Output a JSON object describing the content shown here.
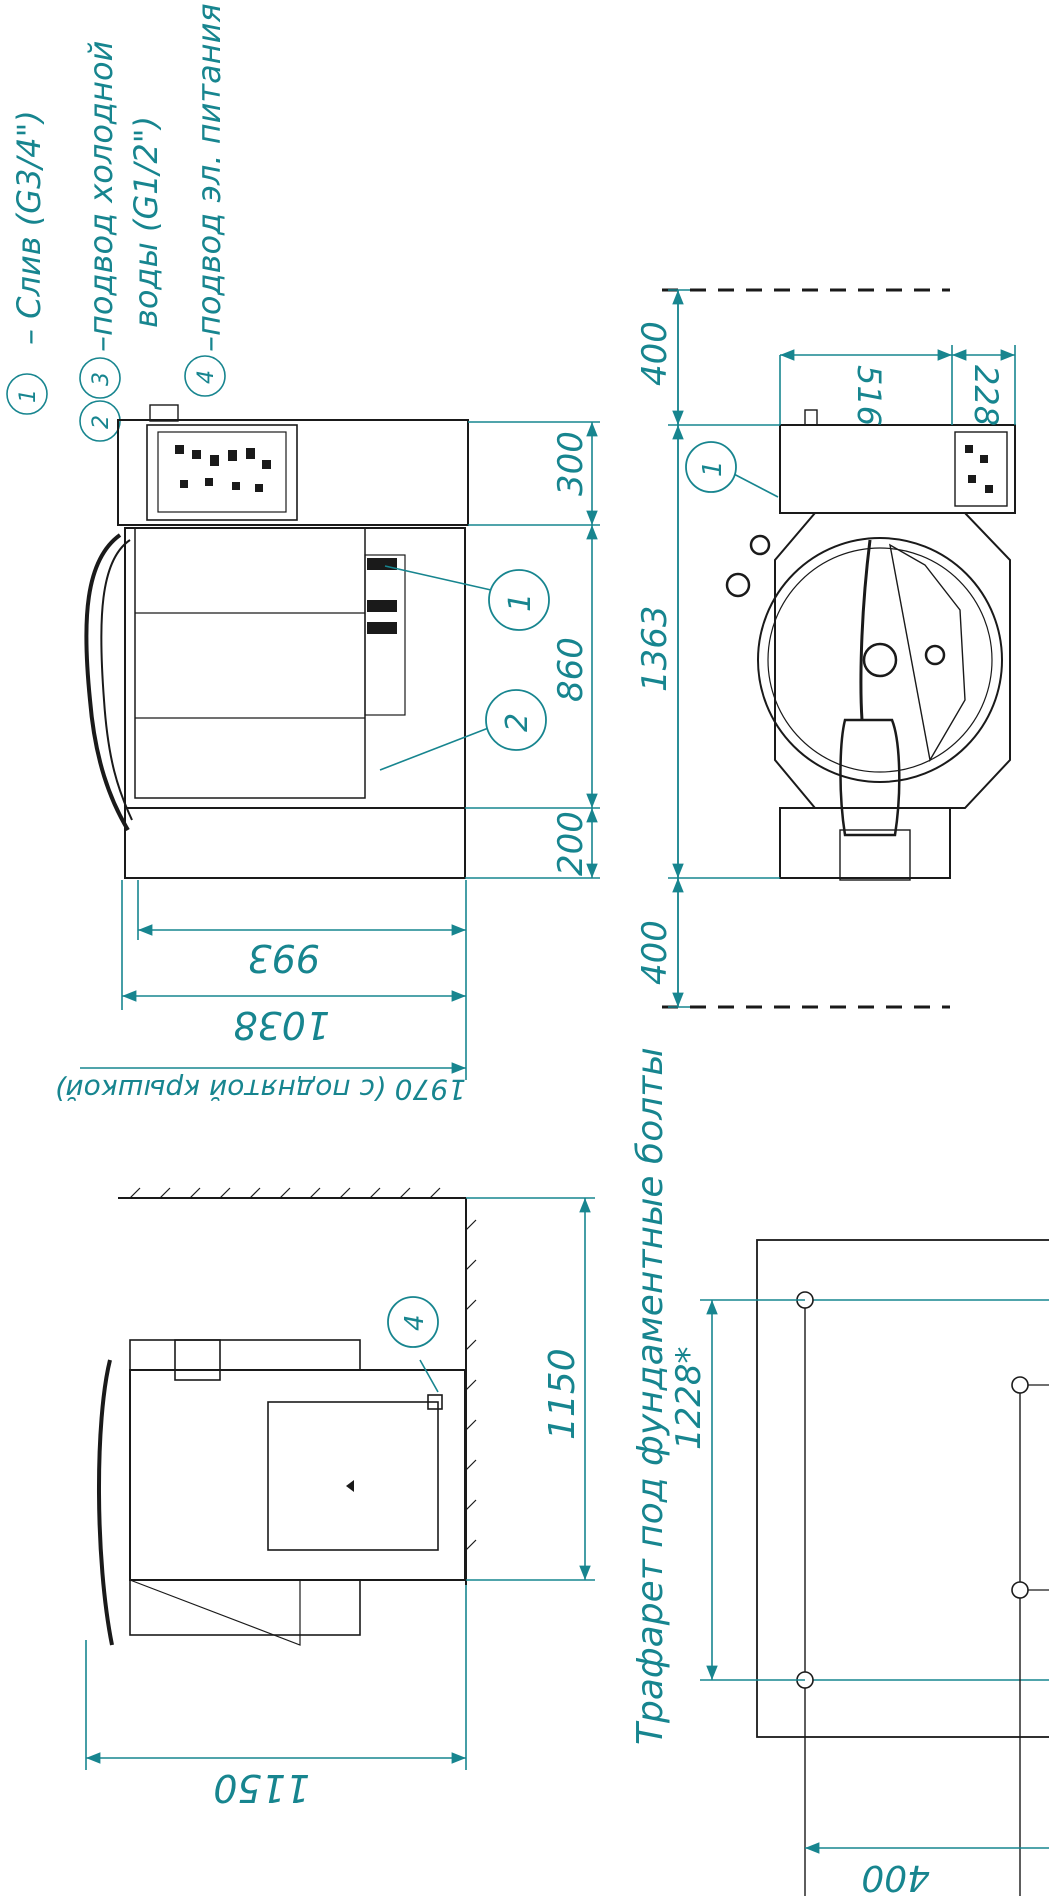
{
  "legend": {
    "item1_num": "1",
    "item1_text": "– Слив (G3/4\")",
    "item2_num": "2",
    "item3_num": "3",
    "item23_text_a": "–подвод холодной",
    "item23_text_b": "воды (G1/2\")",
    "item4_num": "4",
    "item4_text": "–подвод эл. питания"
  },
  "side_view": {
    "dim_300": "300",
    "dim_860": "860",
    "dim_200": "200",
    "dim_993": "993",
    "dim_1038": "1038",
    "dim_1970": "1970 (с поднятой крышкой)",
    "callout_1": "1",
    "callout_2": "2"
  },
  "front_view": {
    "dim_400_top": "400",
    "dim_1363": "1363",
    "dim_400_bottom": "400",
    "dim_516": "516",
    "dim_228": "228",
    "callout_1": "1"
  },
  "bottom_view": {
    "dim_1150_wall": "1150",
    "dim_1150_width": "1150",
    "callout_4": "4"
  },
  "template": {
    "title": "Трафарет под фундаментные болты",
    "dim_1228": "1228*",
    "dim_400": "400"
  },
  "colors": {
    "dimension": "#17858f",
    "drawing": "#1a1a1a"
  }
}
